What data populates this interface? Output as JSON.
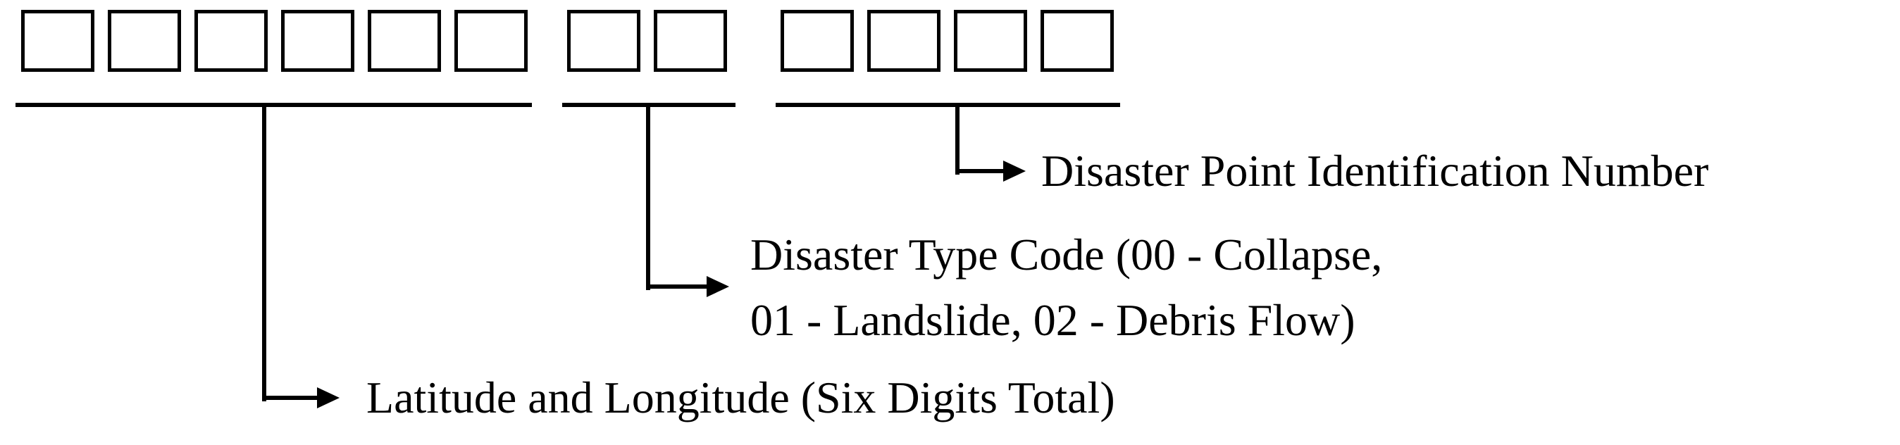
{
  "figure": {
    "description": "Disaster code format diagram",
    "background_color": "#ffffff",
    "line_color": "#000000",
    "groups": [
      {
        "id": "lat-long",
        "box_count": 6,
        "label": "Latitude and Longitude (Six Digits Total)"
      },
      {
        "id": "disaster-type",
        "box_count": 2,
        "label_lines": [
          "Disaster Type Code (00 - Collapse,",
          "01 - Landslide, 02 - Debris Flow)"
        ]
      },
      {
        "id": "disaster-point",
        "box_count": 4,
        "label": "Disaster Point Identification Number"
      }
    ]
  }
}
